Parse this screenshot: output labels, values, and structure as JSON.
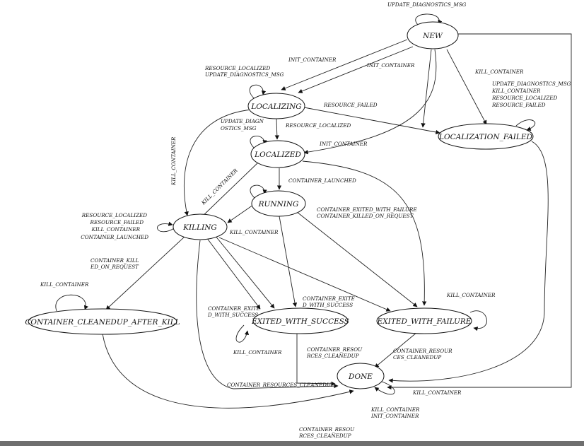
{
  "diagram": {
    "states": {
      "new": "NEW",
      "localizing": "LOCALIZING",
      "localized": "LOCALIZED",
      "running": "RUNNING",
      "killing": "KILLING",
      "localization_failed": "LOCALIZATION_FAILED",
      "cleanedup_after_kill": "CONTAINER_CLEANEDUP_AFTER_KILL",
      "exited_with_success": "EXITED_WITH_SUCCESS",
      "exited_with_failure": "EXITED_WITH_FAILURE",
      "done": "DONE"
    },
    "labels": {
      "new_self": [
        "UPDATE_DIAGNOSTICS_MSG"
      ],
      "init_container_left": [
        "INIT_CONTAINER"
      ],
      "init_container_right": [
        "INIT_CONTAINER"
      ],
      "localizing_self": [
        "RESOURCE_LOCALIZED",
        "UPDATE_DIAGNOSTICS_MSG"
      ],
      "new_kill": [
        "KILL_CONTAINER"
      ],
      "lf_self": [
        "UPDATE_DIAGNOSTICS_MSG",
        "KILL_CONTAINER",
        "RESOURCE_LOCALIZED",
        "RESOURCE_FAILED"
      ],
      "resource_failed": [
        "RESOURCE_FAILED"
      ],
      "localized_self": [
        "UPDATE_DIAGN",
        "OSTICS_MSG"
      ],
      "resource_localized": [
        "RESOURCE_LOCALIZED"
      ],
      "init_container_localized": [
        "INIT_CONTAINER"
      ],
      "localizing_kill": [
        "KILL_CONTAINER"
      ],
      "localized_kill": [
        "KILL_CONTAINER"
      ],
      "container_launched": [
        "CONTAINER_LAUNCHED"
      ],
      "running_exit": [
        "CONTAINER_EXITED_WITH_FAILURE",
        "CONTAINER_KILLED_ON_REQUEST"
      ],
      "killing_self": [
        "RESOURCE_LOCALIZED",
        "RESOURCE_FAILED",
        "KILL_CONTAINER",
        "CONTAINER_LAUNCHED"
      ],
      "running_kill": [
        "KILL_CONTAINER"
      ],
      "killed_on_request": [
        "CONTAINER_KILL",
        "ED_ON_REQUEST"
      ],
      "cleanedup_self": [
        "KILL_CONTAINER"
      ],
      "killing_exit_success": [
        "CONTAINER_EXITE",
        "D_WITH_SUCCESS"
      ],
      "running_exit_success": [
        "CONTAINER_EXITE",
        "D_WITH_SUCCESS"
      ],
      "ews_self": [
        "KILL_CONTAINER"
      ],
      "ews_cleanedup": [
        "CONTAINER_RESOU",
        "RCES_CLEANEDUP"
      ],
      "ewf_self": [
        "KILL_CONTAINER"
      ],
      "ewf_cleanedup": [
        "CONTAINER_RESOUR",
        "CES_CLEANEDUP"
      ],
      "killing_cleanedup": [
        "CONTAINER_RESOURCES_CLEANEDUP"
      ],
      "done_kill": [
        "KILL_CONTAINER"
      ],
      "done_self": [
        "KILL_CONTAINER",
        "INIT_CONTAINER"
      ],
      "after_kill_cleanedup": [
        "CONTAINER_RESOU",
        "RCES_CLEANEDUP"
      ]
    }
  }
}
